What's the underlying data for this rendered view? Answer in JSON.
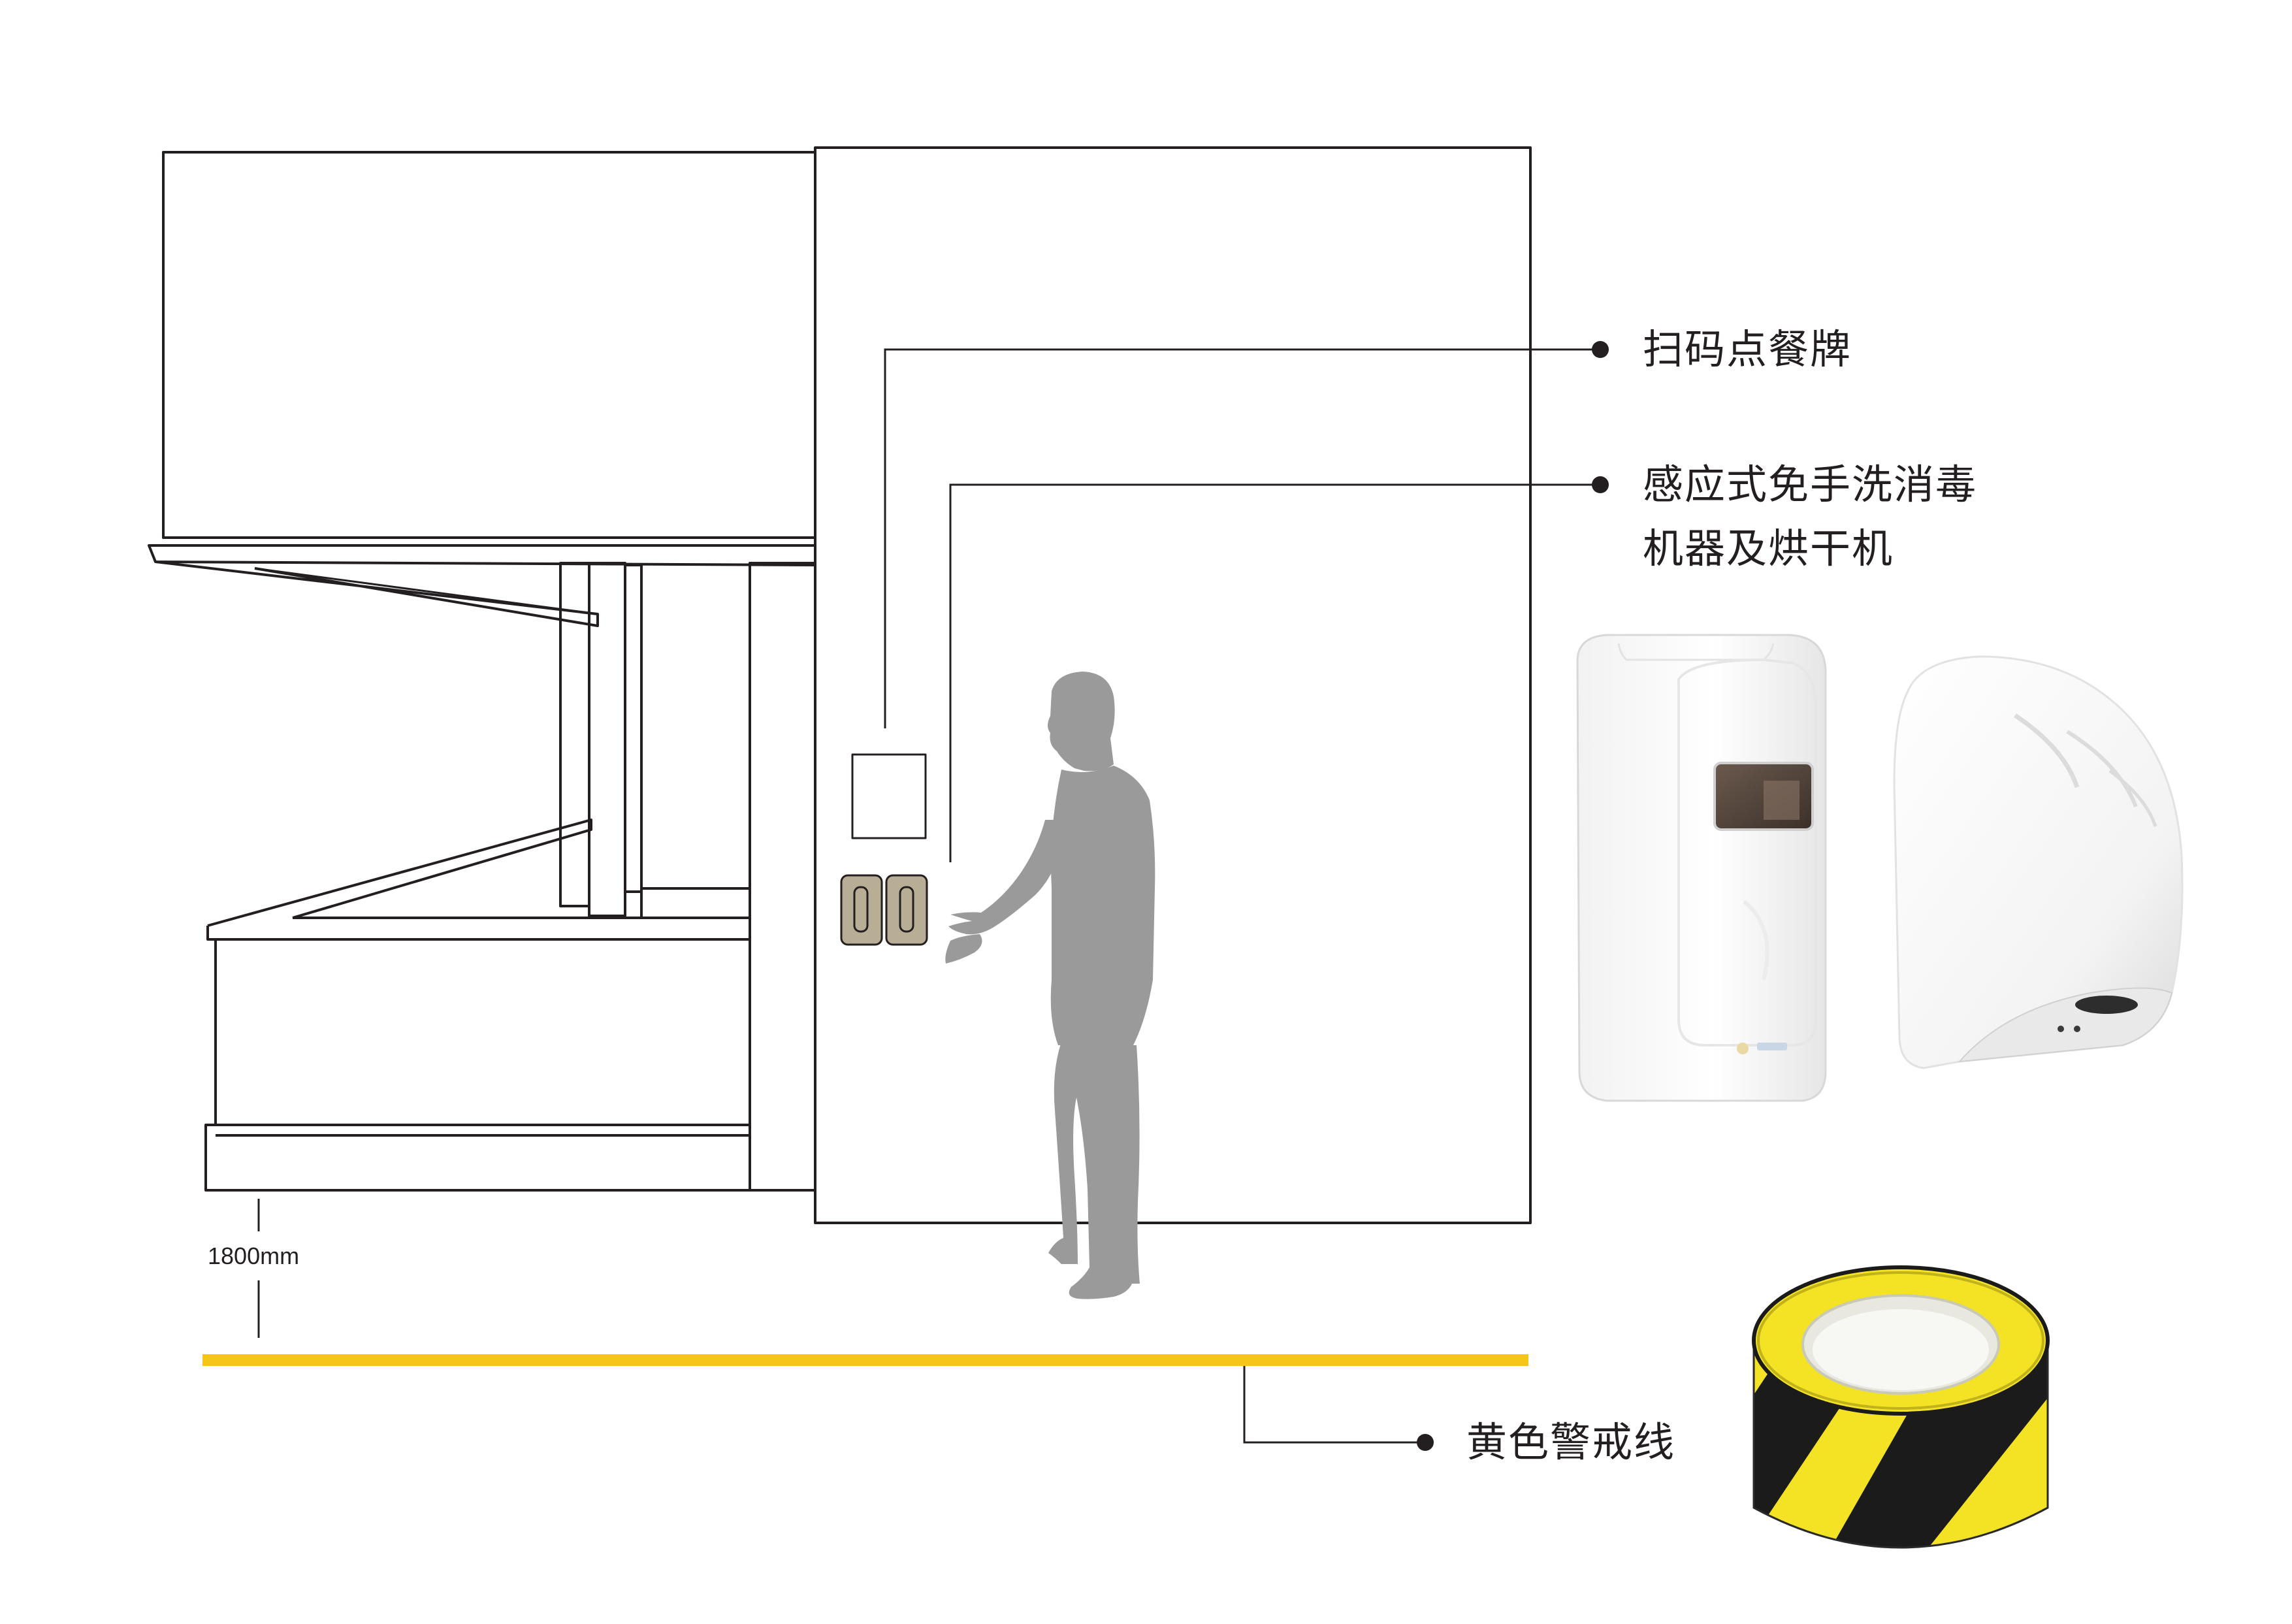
{
  "labels": {
    "qr_menu": "扫码点餐牌",
    "sanitizer_line1": "感应式免手洗消毒",
    "sanitizer_line2": "机器及烘干机",
    "warning_line": "黄色警戒线"
  },
  "dimension": {
    "height_text": "1800mm"
  },
  "colors": {
    "line": "#231f20",
    "warning_yellow": "#f5c518",
    "person": "#9a9a9a",
    "dispenser_panel": "#b8ad95"
  },
  "icons": {
    "bullet": "filled-circle",
    "person": "standing-person-silhouette",
    "sanitizer": "wall-soap-dispenser",
    "dryer": "wall-hand-dryer",
    "tape": "yellow-black-warning-tape-roll"
  }
}
